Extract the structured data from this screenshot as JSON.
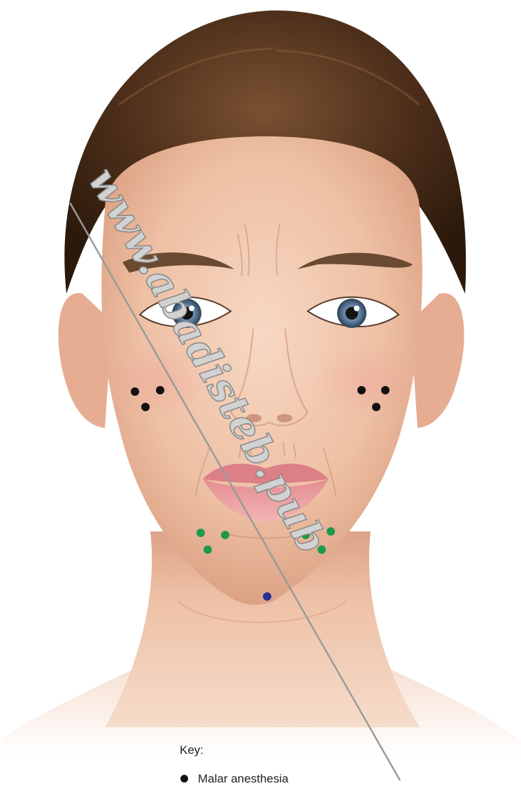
{
  "watermark_text": "www.abadisteb.pub",
  "key": {
    "title": "Key:",
    "items": [
      {
        "label": "Malar anesthesia",
        "color": "#111111"
      }
    ]
  },
  "injection_point_colors": {
    "malar": "#111111",
    "chin_lateral": "#1a9a4a",
    "chin_central": "#27309a"
  }
}
